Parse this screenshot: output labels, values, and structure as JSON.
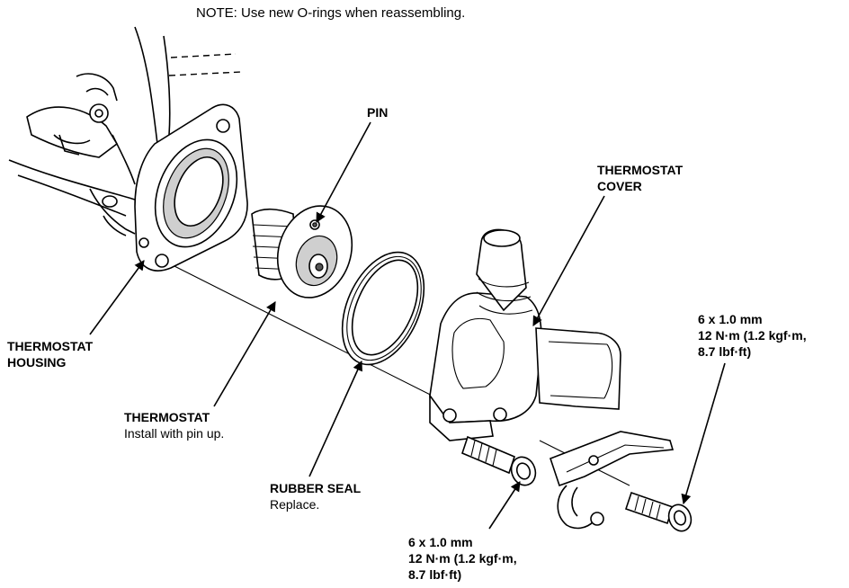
{
  "note": "NOTE:  Use new O-rings when reassembling.",
  "labels": {
    "pin": "PIN",
    "thermostat_cover": [
      "THERMOSTAT",
      "COVER"
    ],
    "thermostat_housing": [
      "THERMOSTAT",
      "HOUSING"
    ],
    "thermostat": {
      "title": "THERMOSTAT",
      "note": "Install with pin up."
    },
    "rubber_seal": {
      "title": "RUBBER SEAL",
      "note": "Replace."
    },
    "bolt_right": [
      "6 x 1.0 mm",
      "12 N·m (1.2 kgf·m,",
      "8.7 lbf·ft)"
    ],
    "bolt_bottom": [
      "6 x 1.0 mm",
      "12 N·m (1.2 kgf·m,",
      "8.7 lbf·ft)"
    ]
  }
}
